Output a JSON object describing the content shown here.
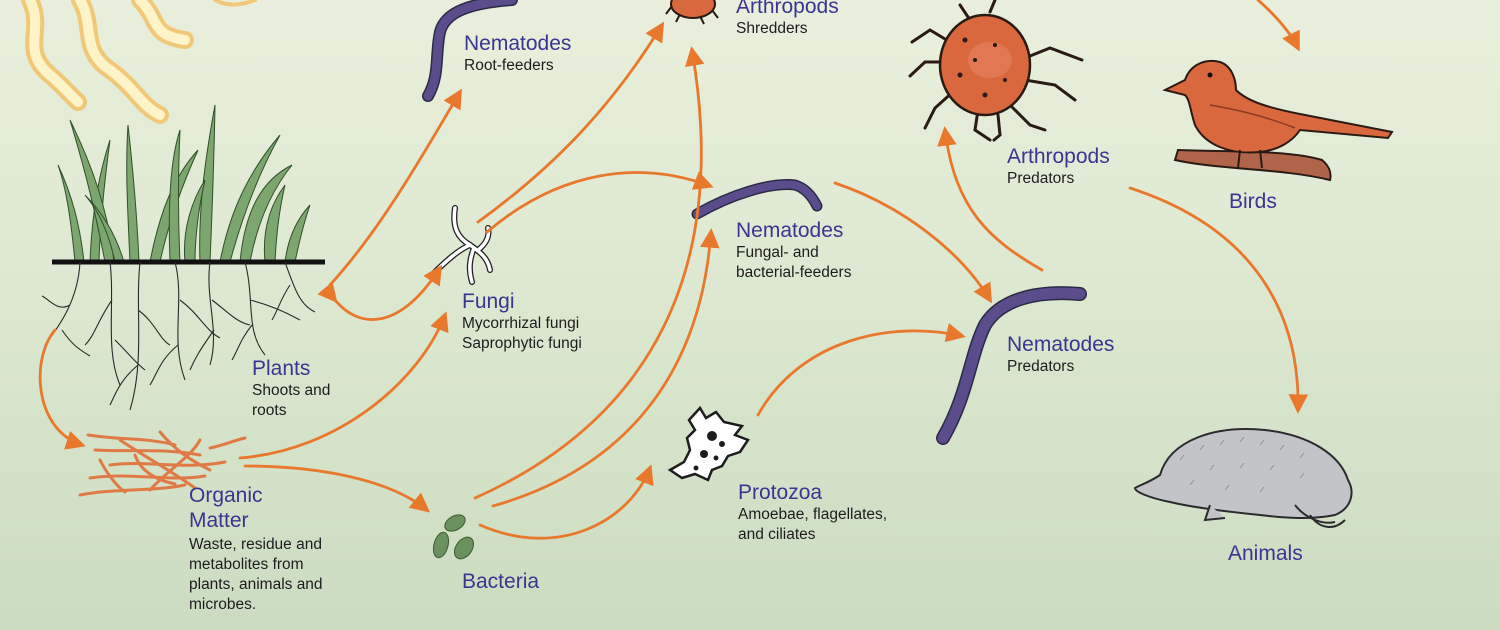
{
  "colors": {
    "arrow": "#e8782c",
    "title_text": "#3a3591",
    "body_text": "#1d1d1d",
    "nematode": "#5b4c8c",
    "arthropod": "#d9683f",
    "plant_leaf": "#6f9a63",
    "organic_matter": "#e07a45",
    "bacteria": "#6c9160",
    "mole": "#bfc0c4",
    "sun_ray": "#f4d98a"
  },
  "nodes": {
    "nematodes_root": {
      "title": "Nematodes",
      "subtitle": "Root-feeders",
      "icon": "nematode-icon"
    },
    "arthropods_shredders": {
      "title": "Arthropods",
      "subtitle": "Shredders",
      "icon": "arthropod-icon"
    },
    "arthropods_predators": {
      "title": "Arthropods",
      "subtitle": "Predators",
      "icon": "mite-icon"
    },
    "birds": {
      "title": "Birds",
      "icon": "bird-icon"
    },
    "fungi": {
      "title": "Fungi",
      "subtitle": "Mycorrhizal fungi\nSaprophytic fungi",
      "icon": "fungi-icon"
    },
    "nematodes_fungal": {
      "title": "Nematodes",
      "subtitle": "Fungal- and\nbacterial-feeders",
      "icon": "nematode-icon"
    },
    "plants": {
      "title": "Plants",
      "subtitle": "Shoots and\nroots",
      "icon": "plant-icon"
    },
    "nematodes_predators": {
      "title": "Nematodes",
      "subtitle": "Predators",
      "icon": "nematode-icon"
    },
    "organic_matter": {
      "title": "Organic\nMatter",
      "subtitle": "Waste, residue and\nmetabolites from\nplants, animals and\nmicrobes.",
      "icon": "organic-matter-icon"
    },
    "protozoa": {
      "title": "Protozoa",
      "subtitle": "Amoebae, flagellates,\nand ciliates",
      "icon": "amoeba-icon"
    },
    "bacteria": {
      "title": "Bacteria",
      "icon": "bacteria-icon"
    },
    "animals": {
      "title": "Animals",
      "icon": "mole-icon"
    }
  },
  "edges": [
    {
      "from": "plants",
      "to": "nematodes_root"
    },
    {
      "from": "plants",
      "to": "fungi"
    },
    {
      "from": "fungi",
      "to": "plants"
    },
    {
      "from": "plants",
      "to": "organic_matter"
    },
    {
      "from": "organic_matter",
      "to": "fungi"
    },
    {
      "from": "organic_matter",
      "to": "bacteria"
    },
    {
      "from": "fungi",
      "to": "arthropods_shredders"
    },
    {
      "from": "fungi",
      "to": "nematodes_fungal"
    },
    {
      "from": "bacteria",
      "to": "arthropods_shredders"
    },
    {
      "from": "bacteria",
      "to": "nematodes_fungal"
    },
    {
      "from": "bacteria",
      "to": "protozoa"
    },
    {
      "from": "protozoa",
      "to": "nematodes_predators"
    },
    {
      "from": "nematodes_fungal",
      "to": "nematodes_predators"
    },
    {
      "from": "nematodes_predators",
      "to": "arthropods_predators"
    },
    {
      "from": "arthropods_predators",
      "to": "animals"
    },
    {
      "to": "birds"
    }
  ]
}
